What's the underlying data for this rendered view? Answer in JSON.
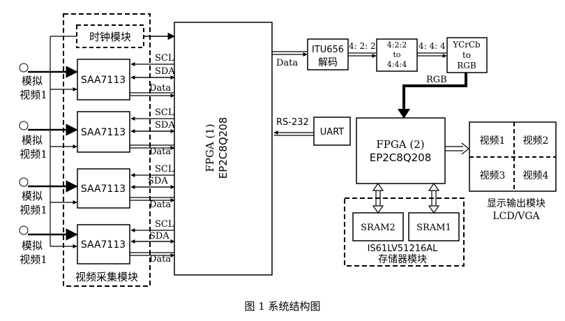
{
  "caption": "图 1   系统结构图",
  "capture": {
    "group_label": "视频采集模块",
    "clock_label": "时钟模块",
    "decoders": [
      "SAA7113",
      "SAA7113",
      "SAA7113",
      "SAA7113"
    ],
    "inputs": [
      {
        "line1": "模拟",
        "line2": "视频1"
      },
      {
        "line1": "模拟",
        "line2": "视频1"
      },
      {
        "line1": "模拟",
        "line2": "视频1"
      },
      {
        "line1": "模拟",
        "line2": "视频1"
      }
    ],
    "scl": "SCL",
    "sda": "SDA",
    "data": "Data"
  },
  "fpga1": {
    "line1": "FPGA (1)",
    "line2": "EP2C8Q208"
  },
  "itu": {
    "line1": "ITU656",
    "line2": "解码"
  },
  "conv422": {
    "line1": "4:2:2",
    "line2": "to",
    "line3": "4:4:4"
  },
  "yrgb": {
    "line1": "YCrCb",
    "line2": "to",
    "line3": "RGB"
  },
  "signals": {
    "data_out": "Data",
    "fmt422a": "4: 2: 2",
    "fmt444": "4: 4: 4",
    "rgb": "RGB",
    "rs232": "RS-232"
  },
  "uart": "UART",
  "fpga2": {
    "line1": "FPGA (2)",
    "line2": "EP2C8Q208"
  },
  "display": {
    "cells": [
      "视频1",
      "视频2",
      "视频3",
      "视频4"
    ],
    "label1": "显示输出模块",
    "label2": "LCD/VGA"
  },
  "memory": {
    "sram2": "SRAM2",
    "sram1": "SRAM1",
    "chip": "IS61LV51216AL",
    "label": "存储器模块"
  }
}
